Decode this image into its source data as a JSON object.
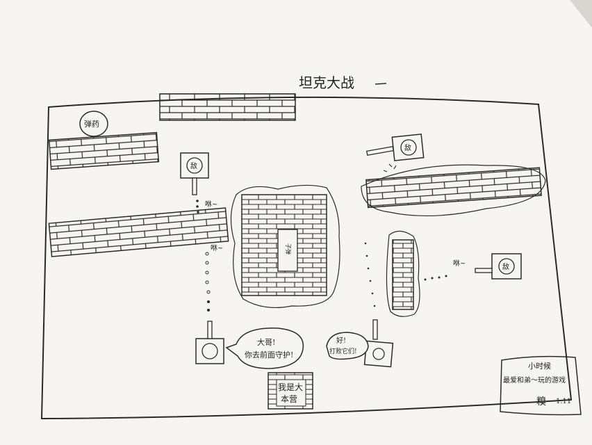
{
  "title": "坦克大战",
  "labels": {
    "bullet_item": "弹药",
    "enemy": "敌",
    "center_label": "子弹",
    "sound": "咻~",
    "hq_line1": "我是大",
    "hq_line2": "本营",
    "speech_left_line1": "大哥!",
    "speech_left_line2": "你去前面守护!",
    "speech_right_line1": "好!",
    "speech_right_line2": "打败它们!",
    "note_line1": "小时候",
    "note_line2": "最爱和弟～玩的游戏",
    "signature": "糗",
    "date": "1.11"
  },
  "colors": {
    "paper": "#f7f5f2",
    "ink": "#2a2a2a",
    "background": "#d9d6d2"
  }
}
